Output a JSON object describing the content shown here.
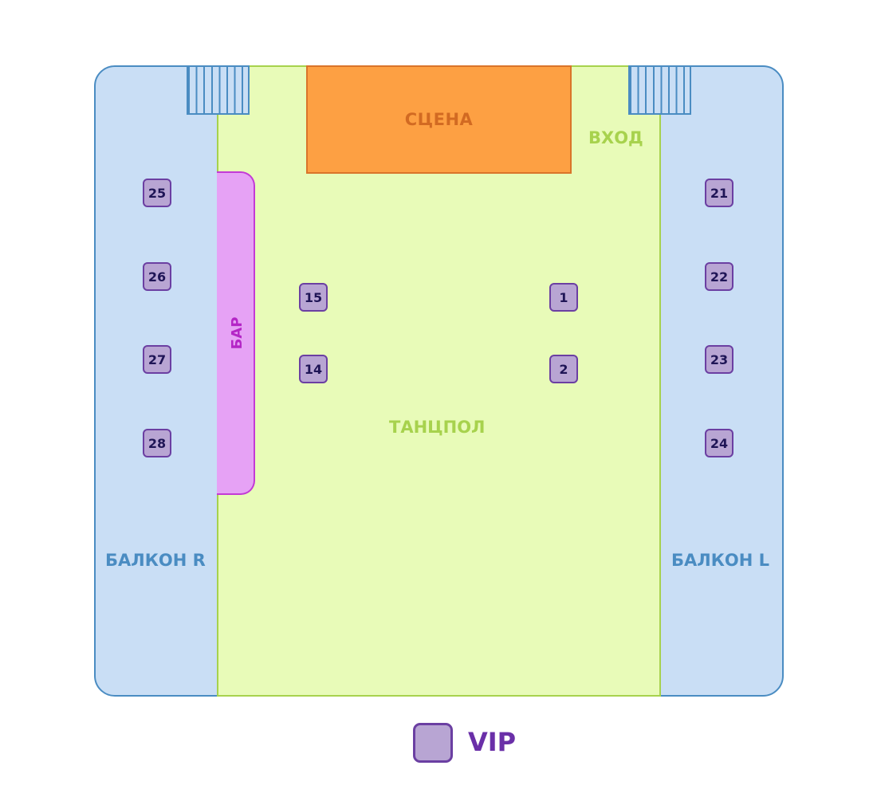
{
  "map": {
    "stage": "СЦЕНА",
    "entrance": "ВХОД",
    "bar": "БАР",
    "dance_floor": "ТАНЦПОЛ",
    "balcony_right": "БАЛКОН R",
    "balcony_left": "БАЛКОН L",
    "tables": {
      "t1": "1",
      "t2": "2",
      "t14": "14",
      "t15": "15",
      "t21": "21",
      "t22": "22",
      "t23": "23",
      "t24": "24",
      "t25": "25",
      "t26": "26",
      "t27": "27",
      "t28": "28"
    }
  },
  "legend": {
    "vip": "VIP"
  },
  "colors": {
    "balcony": "#c9def5",
    "dance_floor": "#e8fbb8",
    "stage": "#fda043",
    "bar": "#e6a2f5",
    "vip_table": "#b8a5d3"
  }
}
